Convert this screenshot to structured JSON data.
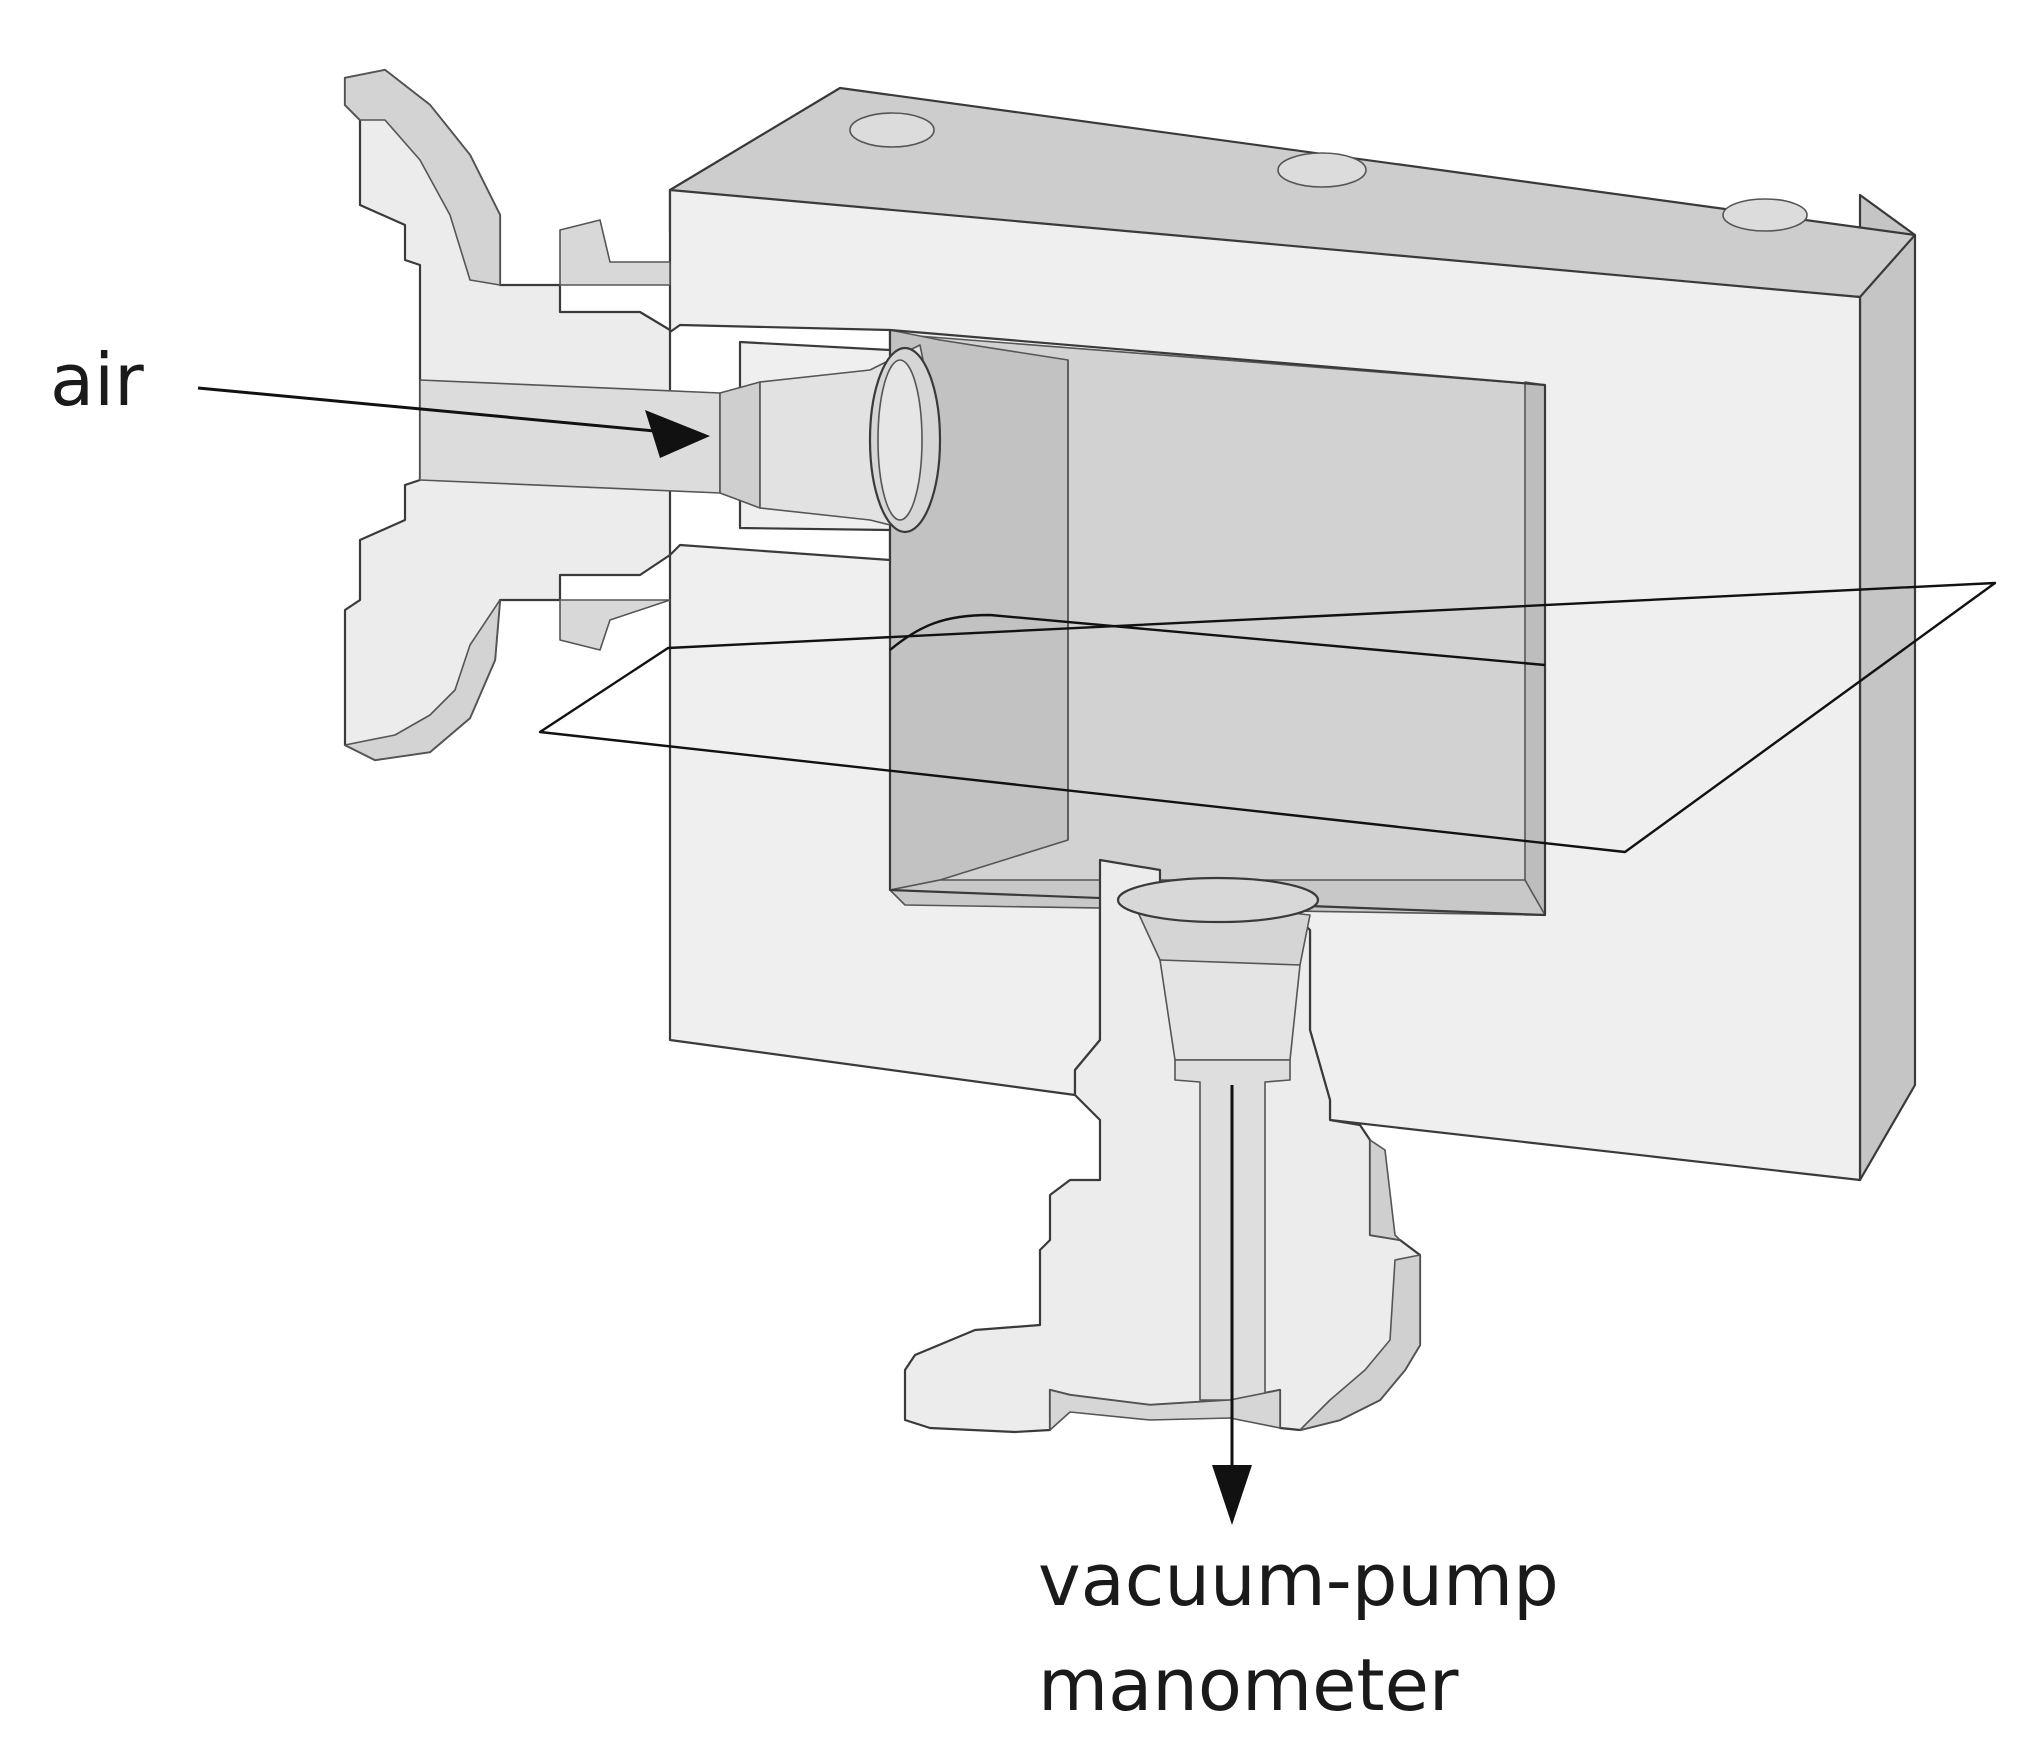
{
  "diagram": {
    "labels": {
      "inlet": "air",
      "outlet_line1": "vacuum-pump",
      "outlet_line2": "manometer"
    },
    "colors": {
      "face_light": "#efefef",
      "face_mid": "#e2e2e2",
      "face_dark": "#c7c7c7",
      "cavity": "#cdcdcd",
      "cavity_back": "#d6d6d6",
      "edge": "#3a3a3a",
      "arrow": "#111111",
      "plane": "#111111"
    }
  }
}
